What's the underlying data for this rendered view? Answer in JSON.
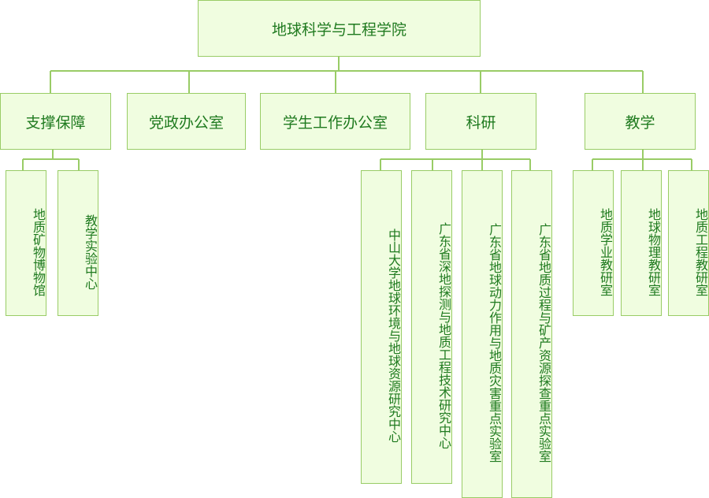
{
  "root": "地球科学与工程学院",
  "departments": [
    {
      "label": "支撑保障",
      "children": [
        "地质矿物博物馆",
        "教学实验中心"
      ]
    },
    {
      "label": "党政办公室",
      "children": []
    },
    {
      "label": "学生工作办公室",
      "children": []
    },
    {
      "label": "科研",
      "children": [
        "中山大学地球环境与地球资源研究中心",
        "广东省深地探测与地质工程技术研究中心",
        "广东省地球动力作用与地质灾害重点实验室",
        "广东省地质过程与矿产资源探查重点实验室"
      ]
    },
    {
      "label": "教学",
      "children": [
        "地质学业教研室",
        "地球物理教研室",
        "地质工程教研室"
      ]
    }
  ],
  "colors": {
    "fill": "#f0fde0",
    "border": "#99cc66",
    "text": "#1f7a1f",
    "line": "#99cc66"
  }
}
